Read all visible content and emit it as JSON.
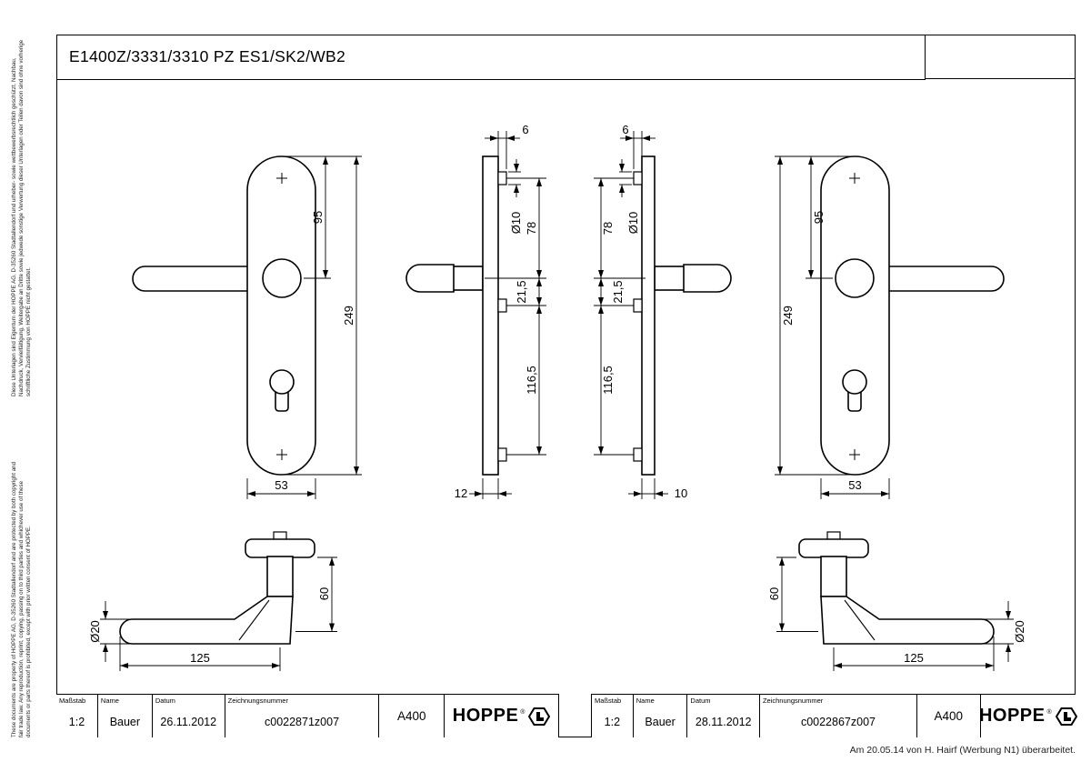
{
  "page": {
    "title": "E1400Z/3331/3310 PZ ES1/SK2/WB2",
    "footer_note": "Am 20.05.14 von H. Hairf (Werbung N1) überarbeitet."
  },
  "legal": {
    "german": "Diese Unterlagen sind Eigentum der HOPPE AG, D-35260 Stadtallendorf und urheber- sowie wettbewerbsrechtlich geschützt. Nachbau, Nachdruck, Vervielfältigung, Weitergabe an Dritte sowie jedwede sonstige Verwertung dieser Unterlagen oder Teilen davon sind ohne vorherige schriftliche Zustimmung von HOPPE nicht gestattet.",
    "english": "These documents are property of HOPPE AG, D-35260 Stadtallendorf and are protected by both copyright and fair trade law. Any reproduction, reprint, copying, passing on to third parties and whichever use of these documents or parts thereof is prohibited, except with prior written consent of HOPPE."
  },
  "views": {
    "front_left": {
      "dim_95": "95",
      "dim_249": "249",
      "dim_53": "53"
    },
    "profile_left": {
      "dim_6": "6",
      "dim_d10": "Ø10",
      "dim_78": "78",
      "dim_21_5": "21,5",
      "dim_116_5": "116,5",
      "dim_12": "12"
    },
    "profile_right": {
      "dim_6": "6",
      "dim_d10": "Ø10",
      "dim_78": "78",
      "dim_21_5": "21,5",
      "dim_116_5": "116,5",
      "dim_10": "10"
    },
    "front_right": {
      "dim_95": "95",
      "dim_249": "249",
      "dim_53": "53"
    },
    "handle_left": {
      "dim_d20": "Ø20",
      "dim_125": "125",
      "dim_60": "60"
    },
    "handle_right": {
      "dim_60": "60",
      "dim_d20": "Ø20",
      "dim_125": "125"
    }
  },
  "title_block_left": {
    "scale_label": "Maßstab",
    "scale": "1:2",
    "name_label": "Name",
    "name": "Bauer",
    "date_label": "Datum",
    "date": "26.11.2012",
    "drawing_no_label": "Zeichnungsnummer",
    "drawing_no": "c0022871z007",
    "code": "A400",
    "brand": "HOPPE",
    "brand_reg": "®"
  },
  "title_block_right": {
    "scale_label": "Maßstab",
    "scale": "1:2",
    "name_label": "Name",
    "name": "Bauer",
    "date_label": "Datum",
    "date": "28.11.2012",
    "drawing_no_label": "Zeichnungsnummer",
    "drawing_no": "c0022867z007",
    "code": "A400",
    "brand": "HOPPE",
    "brand_reg": "®"
  }
}
